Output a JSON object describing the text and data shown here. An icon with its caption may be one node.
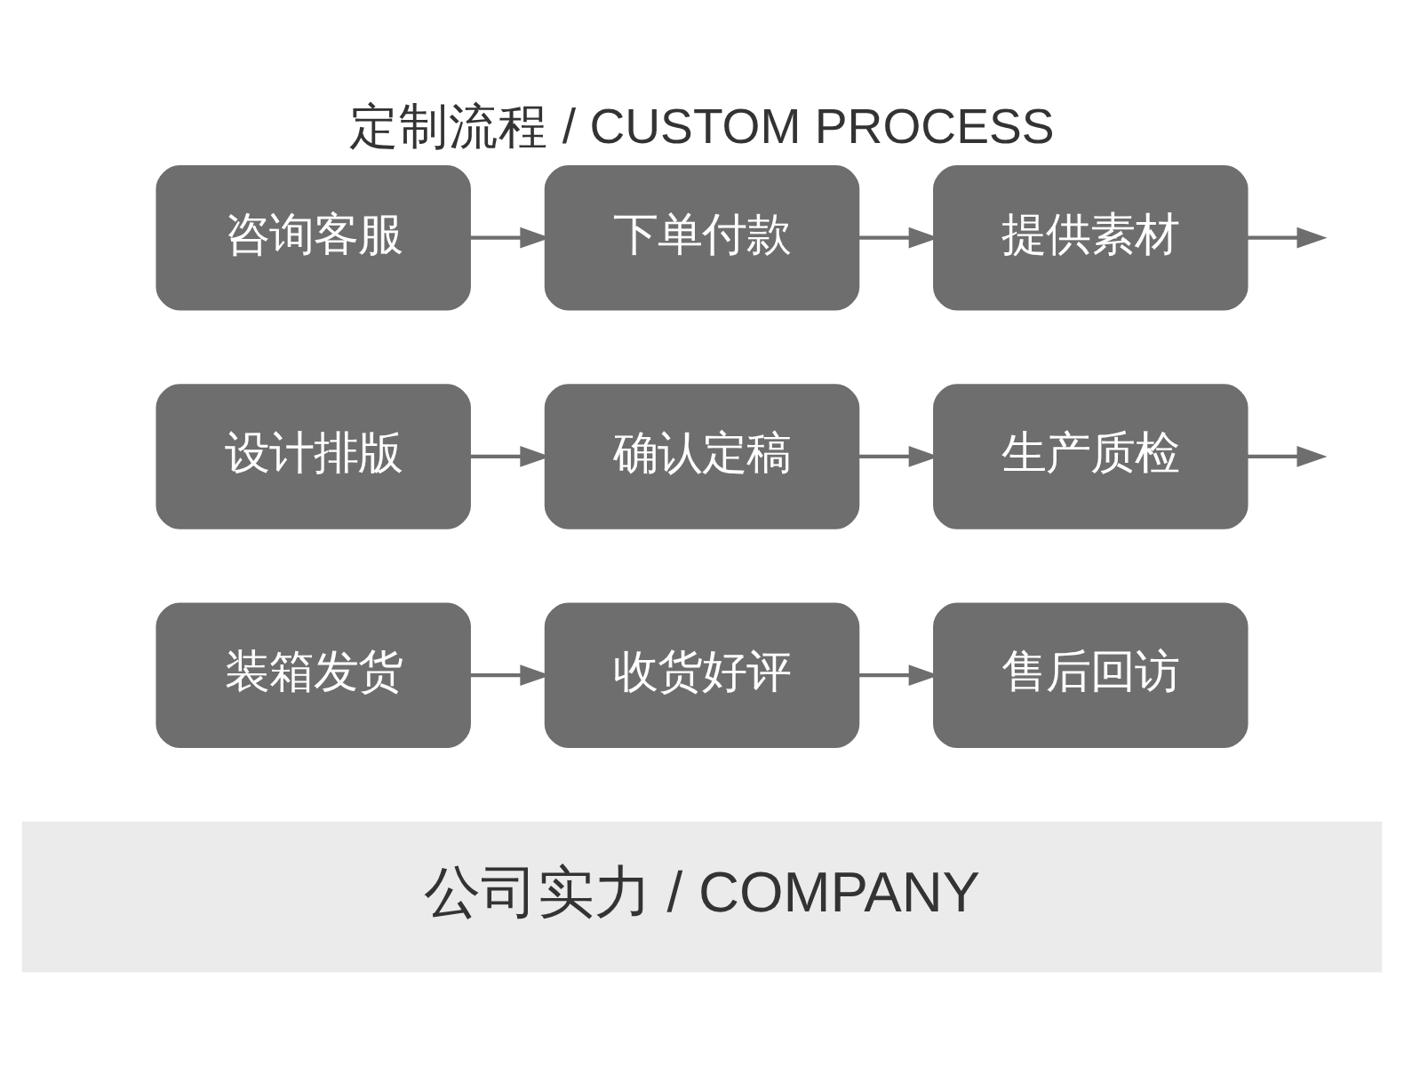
{
  "diagram": {
    "title": "定制流程 / CUSTOM PROCESS",
    "nodes": [
      {
        "text": [
          "咨询客服"
        ]
      },
      {
        "text": [
          "下单付款"
        ]
      },
      {
        "text": [
          "提供素材"
        ]
      },
      {
        "text": [
          "设计排版"
        ]
      },
      {
        "text": [
          "确认定稿"
        ]
      },
      {
        "text": [
          "生产质检"
        ]
      },
      {
        "text": [
          "装箱发货"
        ]
      },
      {
        "text": [
          "收货好评"
        ]
      },
      {
        "text": [
          "售后回访"
        ]
      }
    ],
    "edges": [
      {
        "from": 0,
        "to": 1,
        "arrow": "to"
      },
      {
        "from": 1,
        "to": 2,
        "arrow": "to"
      },
      {
        "from": 2,
        "to": null,
        "arrow": "to"
      },
      {
        "from": 3,
        "to": 4,
        "arrow": "to"
      },
      {
        "from": 4,
        "to": 5,
        "arrow": "to"
      },
      {
        "from": 5,
        "to": null,
        "arrow": "to"
      },
      {
        "from": 6,
        "to": 7,
        "arrow": "to"
      },
      {
        "from": 7,
        "to": 8,
        "arrow": "to"
      }
    ],
    "labels": [
      "公司实力 / COMPANY"
    ]
  }
}
